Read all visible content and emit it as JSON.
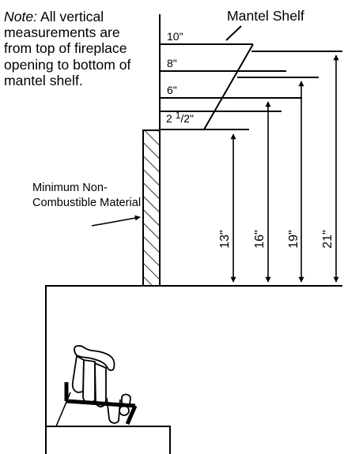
{
  "note": {
    "lead": "Note:",
    "text": " All vertical measurements are from top of fireplace opening to bottom of mantel shelf."
  },
  "labels": {
    "mantel_shelf": "Mantel Shelf",
    "material": "Minimum Non-Combustible Material"
  },
  "step_labels": [
    "10\"",
    "8\"",
    "6\""
  ],
  "step_label_last": {
    "whole": "2 ",
    "sup": "1",
    "rest": "/2\""
  },
  "heights": [
    "13\"",
    "16\"",
    "19\"",
    "21\""
  ],
  "colors": {
    "line": "#000000",
    "background": "#ffffff"
  }
}
